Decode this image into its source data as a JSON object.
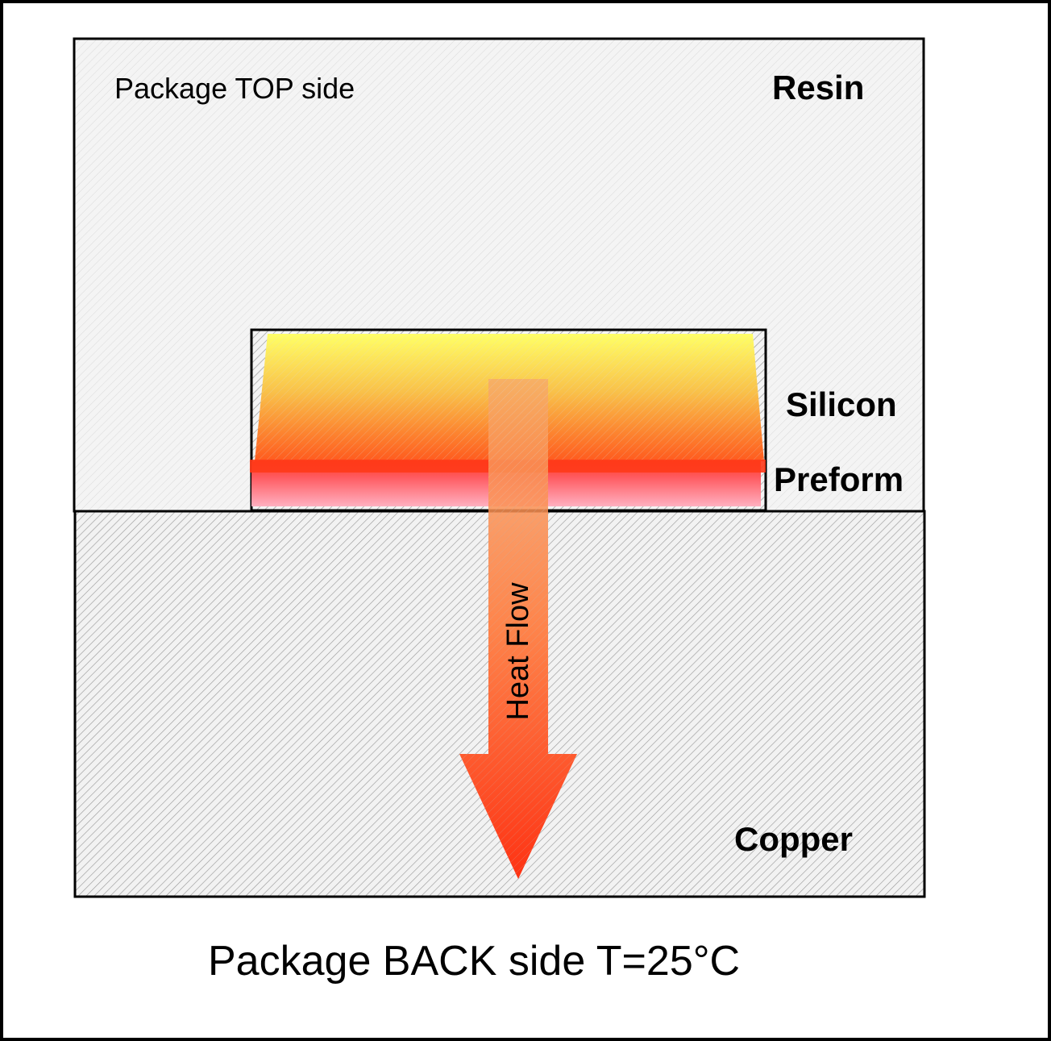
{
  "labels": {
    "top_side": "Package TOP side",
    "resin": "Resin",
    "silicon": "Silicon",
    "preform": "Preform",
    "copper": "Copper",
    "heat_flow": "Heat Flow",
    "back_side": "Package BACK side  T=25°C"
  },
  "colors": {
    "resin_fill": "#f4f4f4",
    "hatch_line": "#9a9a9a",
    "silicon_top": "#ffff66",
    "silicon_mid": "#f9c24a",
    "silicon_bottom": "#ff5a1e",
    "preform_band": "#ff3a1a",
    "preform_fill": "#ff8aa0",
    "arrow_top": "#f6a86a",
    "arrow_bottom": "#ff2200",
    "outline": "#000000"
  }
}
